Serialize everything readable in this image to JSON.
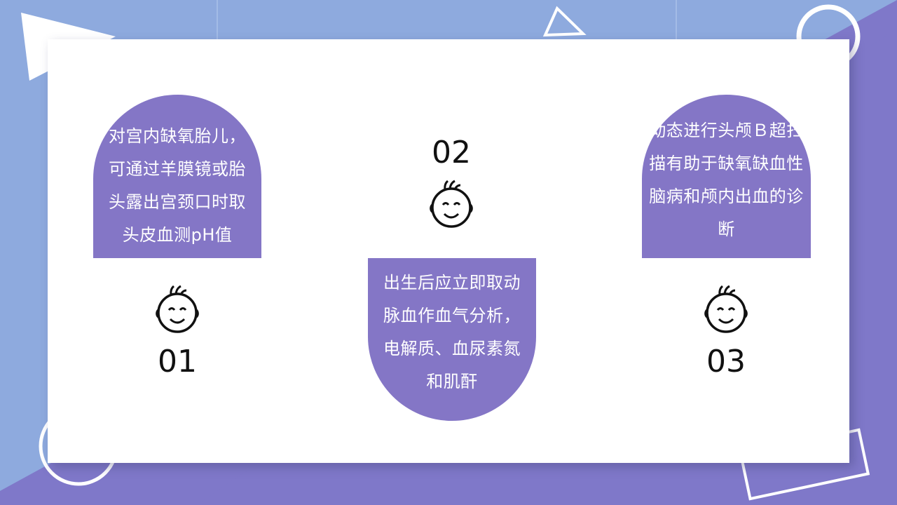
{
  "colors": {
    "background_light": "#8eaade",
    "background_purple": "#7f78c9",
    "pill": "#8476c6",
    "card": "#ffffff",
    "text_dark": "#111111"
  },
  "steps": [
    {
      "number": "01",
      "text": "对宫内缺氧胎儿，可通过羊膜镜或胎头露出宫颈口时取头皮血测pH值",
      "icon": "baby-face-icon"
    },
    {
      "number": "02",
      "text": "出生后应立即取动脉血作血气分析，电解质、血尿素氮和肌酐",
      "icon": "baby-face-icon"
    },
    {
      "number": "03",
      "text": "动态进行头颅Ｂ超扫描有助于缺氧缺血性脑病和颅内出血的诊断",
      "icon": "baby-face-icon"
    }
  ]
}
